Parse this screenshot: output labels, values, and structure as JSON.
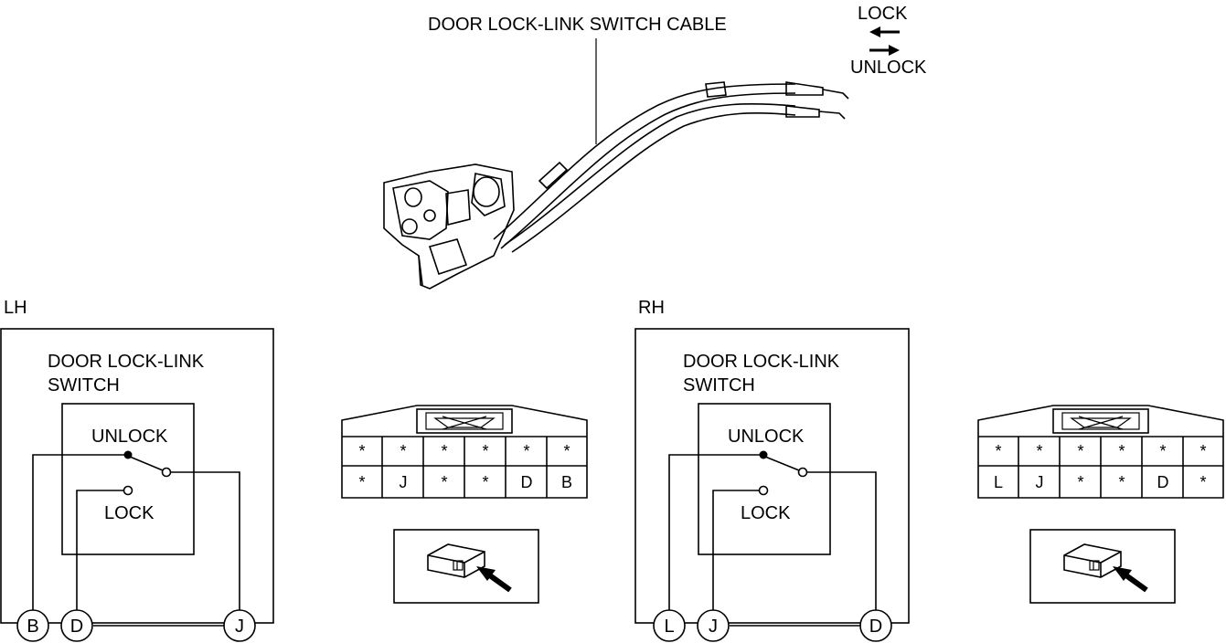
{
  "top": {
    "cable_label": "DOOR LOCK-LINK SWITCH CABLE",
    "lock_label": "LOCK",
    "unlock_label": "UNLOCK"
  },
  "lh": {
    "side_label": "LH",
    "switch_title_line1": "DOOR LOCK-LINK",
    "switch_title_line2": "SWITCH",
    "unlock_label": "UNLOCK",
    "lock_label": "LOCK",
    "terminals": [
      "B",
      "D",
      "J"
    ],
    "connector_pins": {
      "row1": [
        "*",
        "*",
        "*",
        "*",
        "*",
        "*"
      ],
      "row2": [
        "*",
        "J",
        "*",
        "*",
        "D",
        "B"
      ]
    }
  },
  "rh": {
    "side_label": "RH",
    "switch_title_line1": "DOOR LOCK-LINK",
    "switch_title_line2": "SWITCH",
    "unlock_label": "UNLOCK",
    "lock_label": "LOCK",
    "terminals": [
      "L",
      "J",
      "D"
    ],
    "connector_pins": {
      "row1": [
        "*",
        "*",
        "*",
        "*",
        "*",
        "*"
      ],
      "row2": [
        "L",
        "J",
        "*",
        "*",
        "D",
        "*"
      ]
    }
  }
}
